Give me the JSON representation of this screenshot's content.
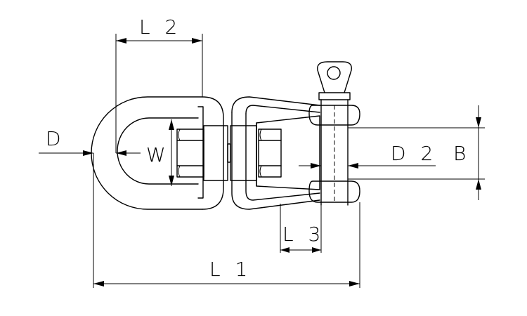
{
  "labels": {
    "L1": "L 1",
    "L2": "L 2",
    "L3": "L 3",
    "D": "D",
    "D2": "D 2",
    "B": "B",
    "W": "W"
  }
}
